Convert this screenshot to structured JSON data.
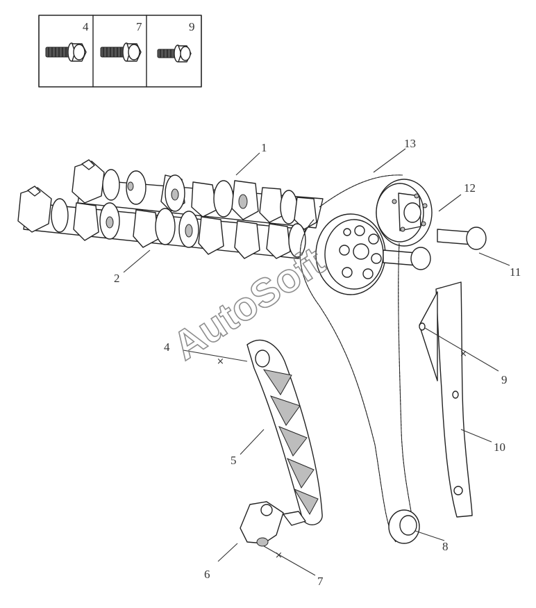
{
  "fastener_inset": {
    "boxes": [
      {
        "label": "4",
        "icon": "bolt-icon"
      },
      {
        "label": "7",
        "icon": "bolt-icon"
      },
      {
        "label": "9",
        "icon": "bolt-icon"
      }
    ]
  },
  "callouts": {
    "c1": "1",
    "c2": "2",
    "c4": "4",
    "c5": "5",
    "c6": "6",
    "c7": "7",
    "c8": "8",
    "c9": "9",
    "c10": "10",
    "c11": "11",
    "c12": "12",
    "c13": "13"
  },
  "watermark": "AutoSoft",
  "colors": {
    "line": "#222222",
    "shade": "#bdbdbd",
    "watermark": "#7a7a7a"
  }
}
